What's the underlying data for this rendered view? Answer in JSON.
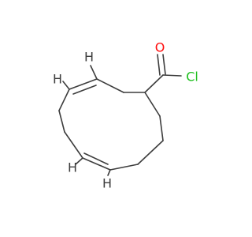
{
  "molecule": {
    "atoms": [
      {
        "id": "O",
        "label": "O",
        "color": "#ff0d0d"
      },
      {
        "id": "Cl",
        "label": "Cl",
        "color": "#1fbf1f"
      },
      {
        "id": "H1",
        "label": "H",
        "color": "#3d3d3d"
      },
      {
        "id": "H2",
        "label": "H",
        "color": "#3d3d3d"
      },
      {
        "id": "H3",
        "label": "H",
        "color": "#3d3d3d"
      },
      {
        "id": "H4",
        "label": "H",
        "color": "#3d3d3d"
      }
    ],
    "bond_color": "#3d3d3d"
  }
}
